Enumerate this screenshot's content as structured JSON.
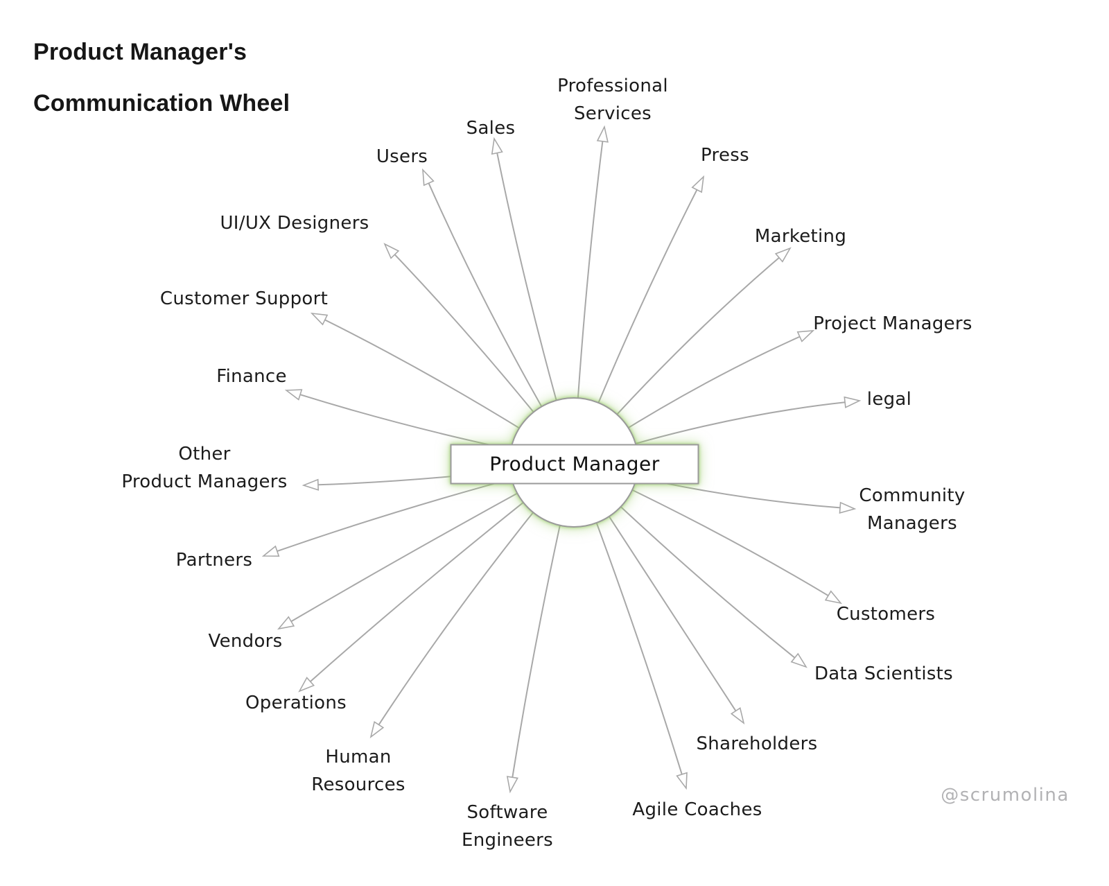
{
  "title": {
    "lines": [
      "Product Manager's",
      "Communication Wheel"
    ]
  },
  "center": {
    "label": "Product Manager"
  },
  "spokes": [
    {
      "id": "professional-services",
      "label": "Professional\nServices"
    },
    {
      "id": "press",
      "label": "Press"
    },
    {
      "id": "marketing",
      "label": "Marketing"
    },
    {
      "id": "project-managers",
      "label": "Project Managers"
    },
    {
      "id": "legal",
      "label": "legal"
    },
    {
      "id": "community-managers",
      "label": "Community\nManagers"
    },
    {
      "id": "customers",
      "label": "Customers"
    },
    {
      "id": "data-scientists",
      "label": "Data Scientists"
    },
    {
      "id": "shareholders",
      "label": "Shareholders"
    },
    {
      "id": "agile-coaches",
      "label": "Agile Coaches"
    },
    {
      "id": "software-engineers",
      "label": "Software\nEngineers"
    },
    {
      "id": "human-resources",
      "label": "Human\nResources"
    },
    {
      "id": "operations",
      "label": "Operations"
    },
    {
      "id": "vendors",
      "label": "Vendors"
    },
    {
      "id": "partners",
      "label": "Partners"
    },
    {
      "id": "other-product-managers",
      "label": "Other\nProduct Managers"
    },
    {
      "id": "finance",
      "label": "Finance"
    },
    {
      "id": "customer-support",
      "label": "Customer Support"
    },
    {
      "id": "uiux-designers",
      "label": "UI/UX Designers"
    },
    {
      "id": "users",
      "label": "Users"
    },
    {
      "id": "sales",
      "label": "Sales"
    }
  ],
  "watermark": "@scrumolina",
  "colors": {
    "arrow": "#a8a8a8",
    "node_border": "#9a9a9a",
    "node_fill": "#ffffff",
    "glow": "#93c960",
    "label_text": "#1b1b1b",
    "title_text": "#161616",
    "watermark_text": "#b2b2b4"
  }
}
